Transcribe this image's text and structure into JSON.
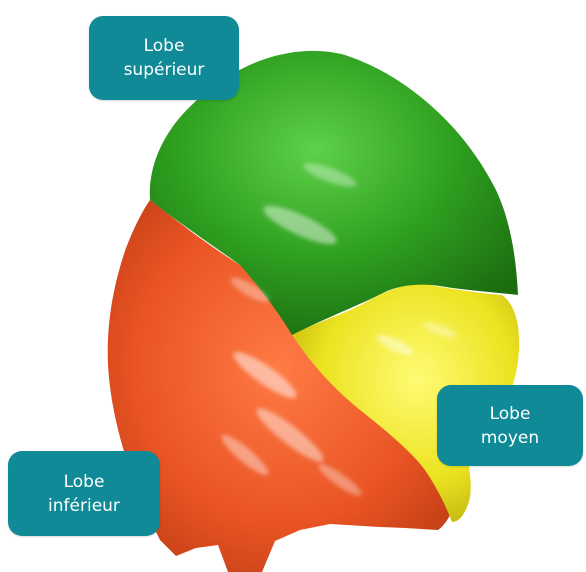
{
  "colors": {
    "label_bg": "#0f8a96",
    "label_text": "#ffffff",
    "upper_lobe": "#2e9e1f",
    "middle_lobe": "#ece321",
    "lower_lobe": "#e95424"
  },
  "labels": {
    "upper": {
      "line1": "Lobe",
      "line2": "supérieur"
    },
    "middle": {
      "line1": "Lobe",
      "line2": "moyen"
    },
    "lower": {
      "line1": "Lobe",
      "line2": "inférieur"
    }
  }
}
